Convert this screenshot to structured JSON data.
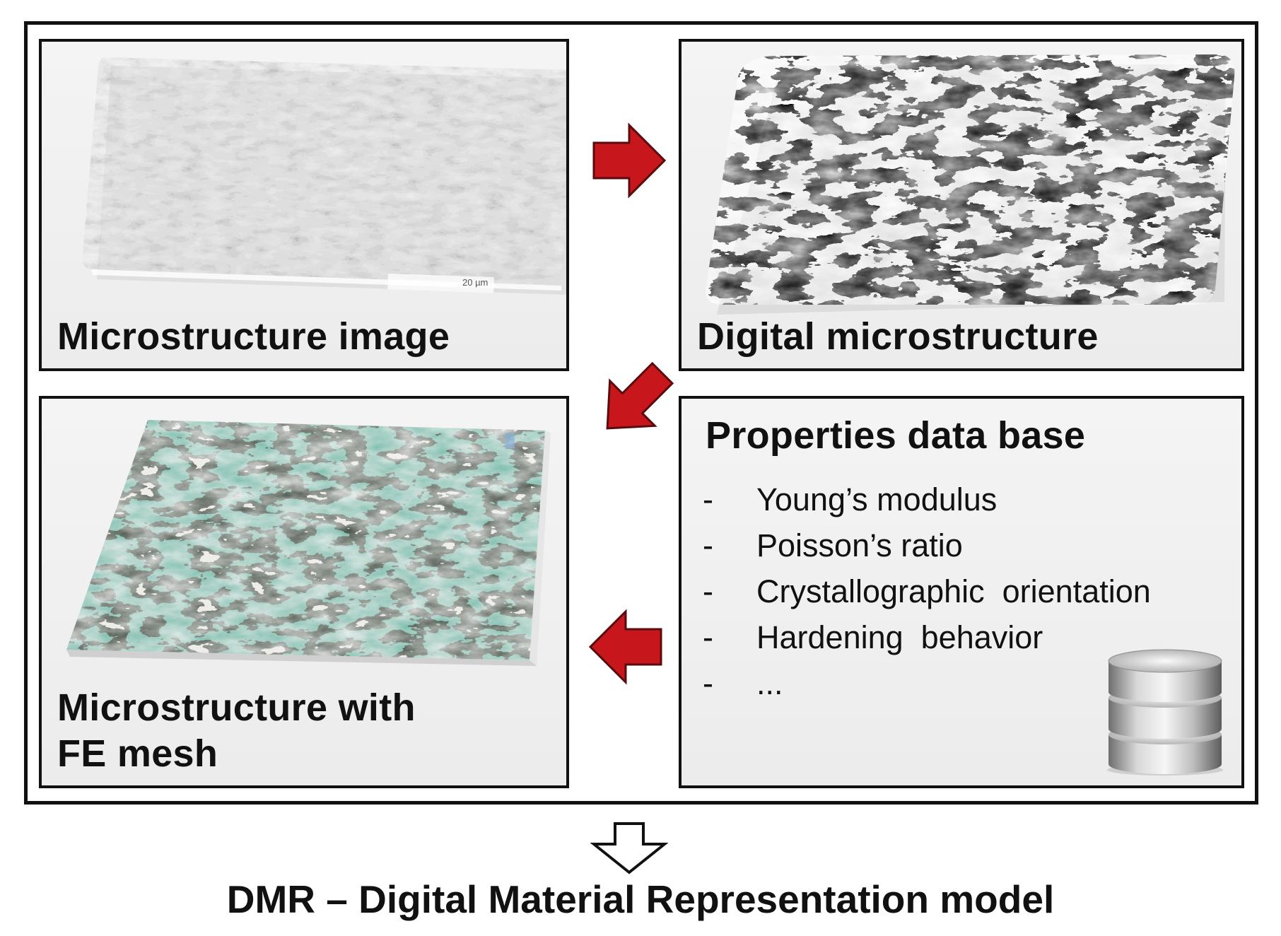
{
  "panels": {
    "microstructure_image": {
      "title": "Microstructure image",
      "scale_bar": "20 µm"
    },
    "digital_microstructure": {
      "title": "Digital microstructure"
    },
    "fe_mesh": {
      "title_line1": "Microstructure with",
      "title_line2": "FE mesh"
    },
    "properties": {
      "title": "Properties data base",
      "items": [
        {
          "bullet": "-",
          "label": "Young’s modulus"
        },
        {
          "bullet": "-",
          "label": "Poisson’s ratio"
        },
        {
          "bullet": "-",
          "label": "Crystallographic  orientation"
        },
        {
          "bullet": "-",
          "label": "Hardening  behavior"
        },
        {
          "bullet": "-",
          "label": "..."
        }
      ]
    }
  },
  "icons": [
    "red-arrow-right-icon",
    "red-arrow-down-left-icon",
    "red-arrow-left-icon",
    "hollow-arrow-down-icon",
    "database-icon"
  ],
  "colors": {
    "arrow": "#c8161d",
    "mesh_green": "#2e7d63",
    "mesh_light": "#d9d5c8"
  },
  "footer": {
    "title": "DMR – Digital Material Representation model"
  }
}
